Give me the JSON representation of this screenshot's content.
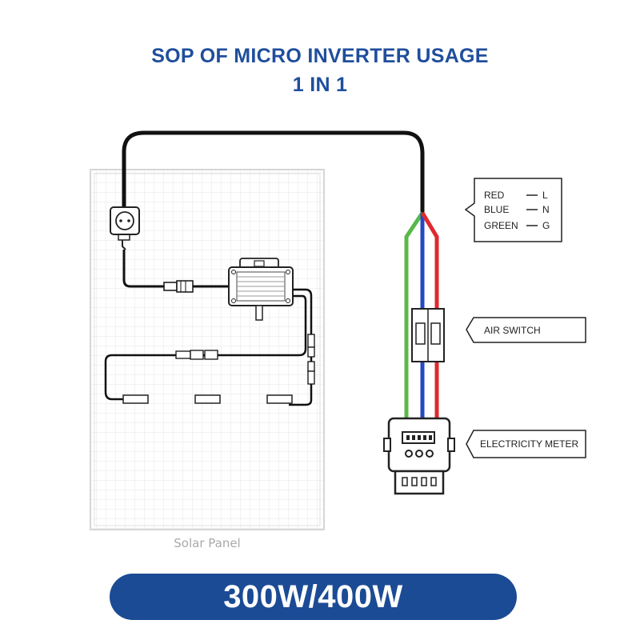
{
  "title": {
    "line1": "SOP OF MICRO INVERTER USAGE",
    "line2": "1 IN 1"
  },
  "legend": {
    "rows": [
      {
        "color_name": "RED",
        "terminal": "L"
      },
      {
        "color_name": "BLUE",
        "terminal": "N"
      },
      {
        "color_name": "GREEN",
        "terminal": "G"
      }
    ]
  },
  "labels": {
    "air_switch": "AIR SWITCH",
    "electricity_meter": "ELECTRICITY METER",
    "solar_panel": "Solar Panel"
  },
  "power_rating": "300W/400W",
  "colors": {
    "title": "#1f4e9c",
    "pill": "#1b4b94",
    "wire_red": "#e0282e",
    "wire_blue": "#2447c4",
    "wire_green": "#58b84a",
    "cable": "#111111"
  }
}
